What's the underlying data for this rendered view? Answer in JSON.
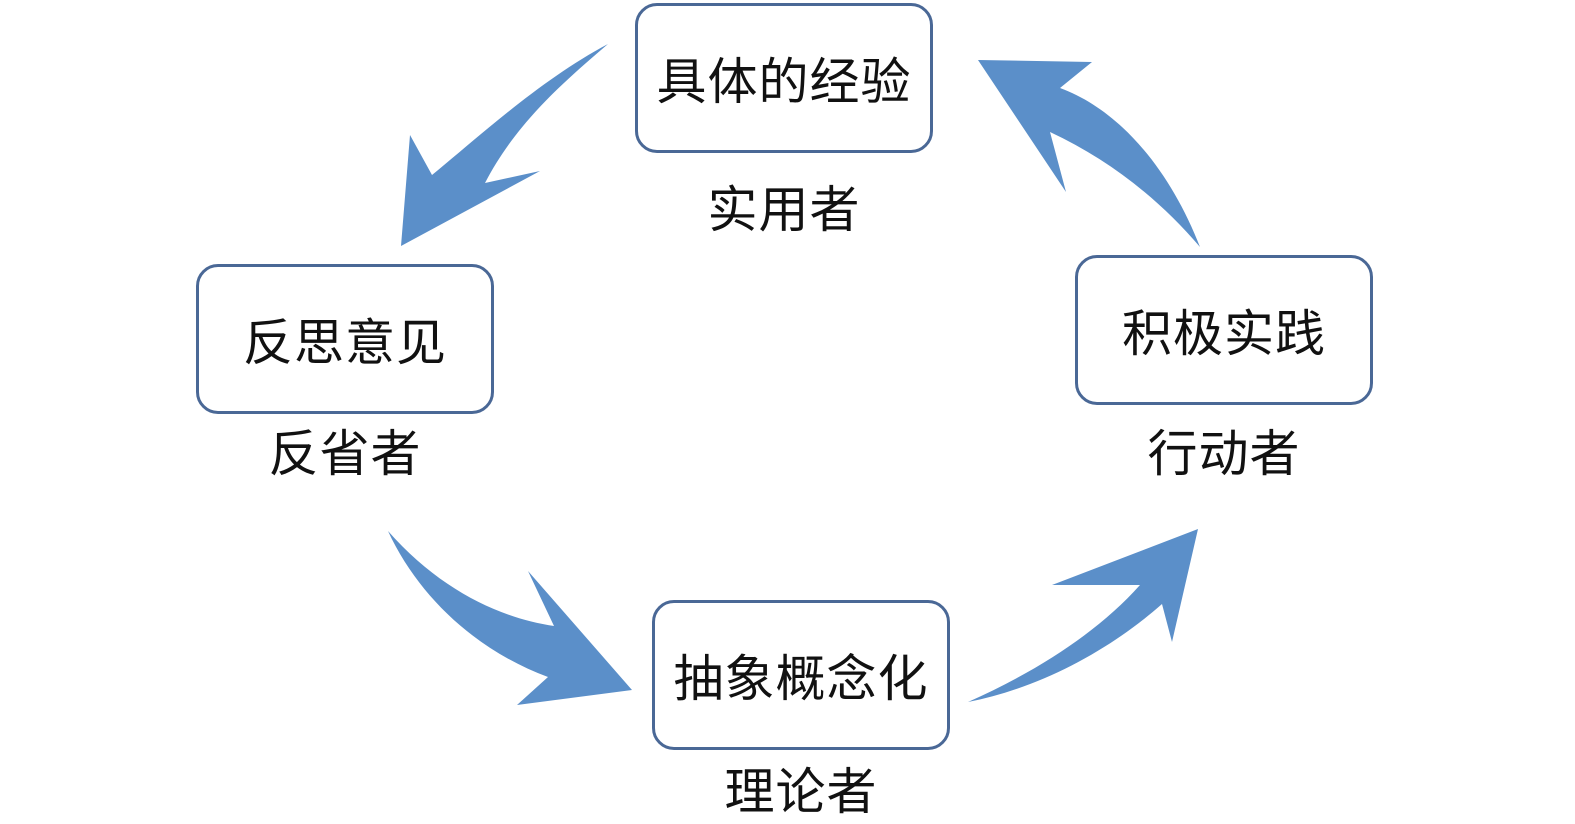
{
  "accent_color": "#5b8fc9",
  "border_color": "#4a6896",
  "stages": {
    "concrete_experience": {
      "label": "具体的经验",
      "role": "实用者"
    },
    "reflective_observation": {
      "label": "反思意见",
      "role": "反省者"
    },
    "abstract_conceptualization": {
      "label": "抽象概念化",
      "role": "理论者"
    },
    "active_experimentation": {
      "label": "积极实践",
      "role": "行动者"
    }
  }
}
